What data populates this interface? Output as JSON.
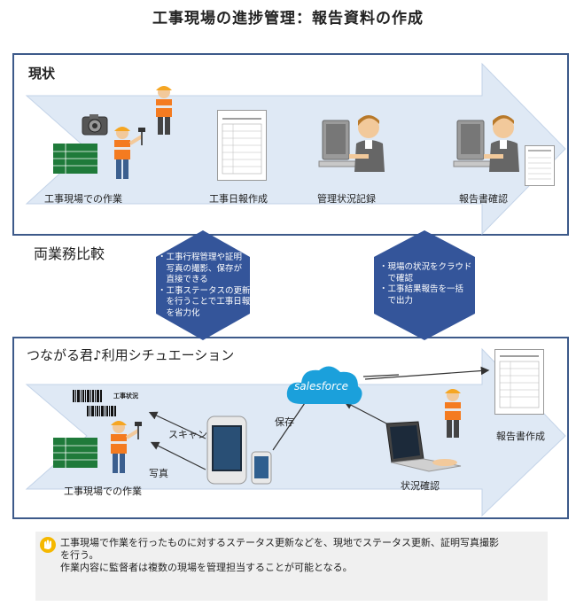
{
  "title": "工事現場の進捗管理：報告資料の作成",
  "current": {
    "heading": "現状",
    "steps": [
      "工事現場での作業",
      "工事日報作成",
      "管理状況記録",
      "報告書確認"
    ]
  },
  "compare_label": "両業務比較",
  "hex_left": {
    "lines": [
      "・工事行程管理や証明",
      "　写真の撮影、保存が",
      "　直接できる",
      "・工事ステータスの更新",
      "　を行うことで工事日報",
      "　を省力化"
    ]
  },
  "hex_right": {
    "lines": [
      "・現場の状況をクラウド",
      "　で確認",
      "・工事結果報告を一括",
      "　で出力"
    ]
  },
  "future": {
    "heading": "つながる君♪利用シチュエーション",
    "site_label": "工事現場での作業",
    "status_tag": "工事状況",
    "scan_label": "スキャン",
    "photo_label": "写真",
    "save_label": "保存",
    "cloud_label": "salesforce",
    "check_label": "状況確認",
    "report_label": "報告書作成"
  },
  "note": {
    "line1": "工事現場で作業を行ったものに対するステータス更新などを、現地でステータス更新、証明写真撮影",
    "line2": "を行う。",
    "line3": "作業内容に監督者は複数の現場を管理担当することが可能となる。"
  },
  "colors": {
    "panel_border": "#3d5a8a",
    "arrow_fill": "#dfe9f5",
    "hexagon": "#34559a",
    "cloud": "#1ba0db",
    "note_bg": "#f0f0f0",
    "badge": "#f5b800"
  },
  "icons": [
    "worker-icon",
    "camera-icon",
    "document-icon",
    "office-worker-icon",
    "barcode-icon",
    "smartphone-icon",
    "laptop-icon",
    "cloud-icon",
    "hand-icon"
  ]
}
